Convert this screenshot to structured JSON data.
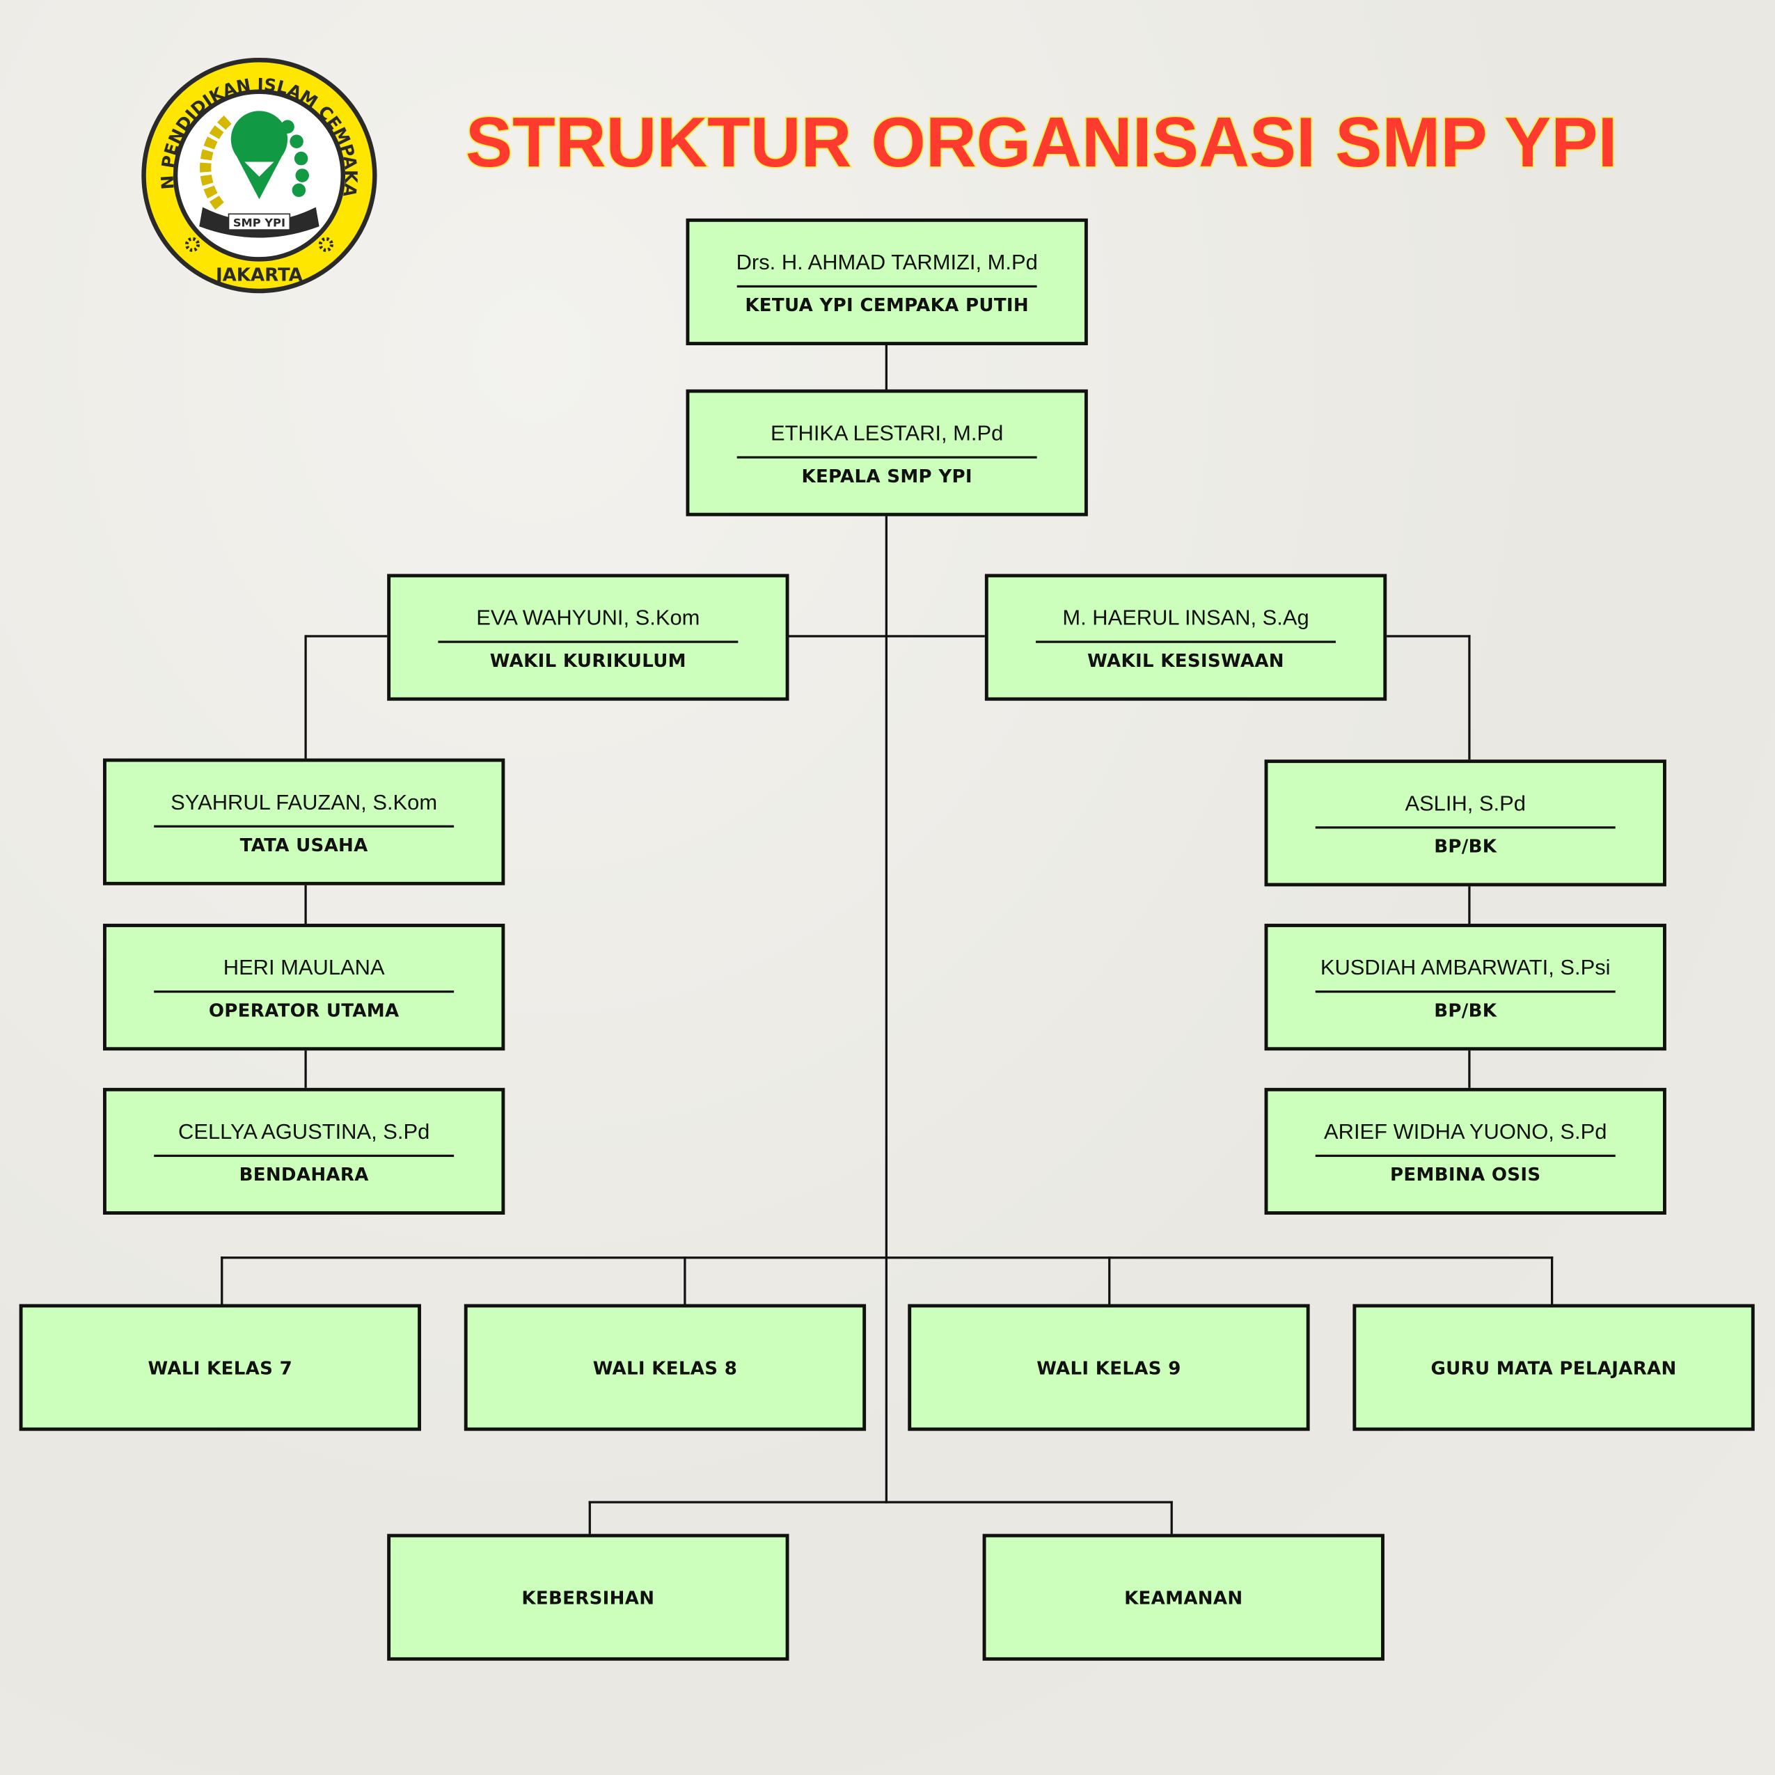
{
  "title": "STRUKTUR ORGANISASI SMP YPI",
  "logo": {
    "ring_top": "YAYASAN PENDIDIKAN ISLAM CEMPAKA PUTIH",
    "ring_bottom": "JAKARTA",
    "banner": "SMP YPI",
    "colors": {
      "ring": "#ffe600",
      "emblem": "#119944",
      "outline": "#2a2a2a"
    }
  },
  "colors": {
    "box_fill": "#ccffbb",
    "title": "#ff3a2e",
    "title_outline": "#f5ef3a"
  },
  "nodes": {
    "ketua": {
      "name": "Drs. H. AHMAD TARMIZI, M.Pd",
      "role": "KETUA YPI CEMPAKA PUTIH"
    },
    "kepala": {
      "name": "ETHIKA LESTARI, M.Pd",
      "role": "KEPALA SMP YPI"
    },
    "wakil_kurikulum": {
      "name": "EVA WAHYUNI, S.Kom",
      "role": "WAKIL KURIKULUM"
    },
    "wakil_kesiswaan": {
      "name": "M. HAERUL INSAN, S.Ag",
      "role": "WAKIL KESISWAAN"
    },
    "tata_usaha": {
      "name": "SYAHRUL FAUZAN, S.Kom",
      "role": "TATA USAHA"
    },
    "operator": {
      "name": "HERI MAULANA",
      "role": "OPERATOR UTAMA"
    },
    "bendahara": {
      "name": "CELLYA AGUSTINA, S.Pd",
      "role": "BENDAHARA"
    },
    "bpbk1": {
      "name": "ASLIH, S.Pd",
      "role": "BP/BK"
    },
    "bpbk2": {
      "name": "KUSDIAH AMBARWATI, S.Psi",
      "role": "BP/BK"
    },
    "osis": {
      "name": "ARIEF WIDHA YUONO, S.Pd",
      "role": "PEMBINA OSIS"
    },
    "wali7": {
      "role": "WALI KELAS 7"
    },
    "wali8": {
      "role": "WALI KELAS 8"
    },
    "wali9": {
      "role": "WALI KELAS 9"
    },
    "guru": {
      "role": "GURU MATA PELAJARAN"
    },
    "kebersihan": {
      "role": "KEBERSIHAN"
    },
    "keamanan": {
      "role": "KEAMANAN"
    }
  }
}
